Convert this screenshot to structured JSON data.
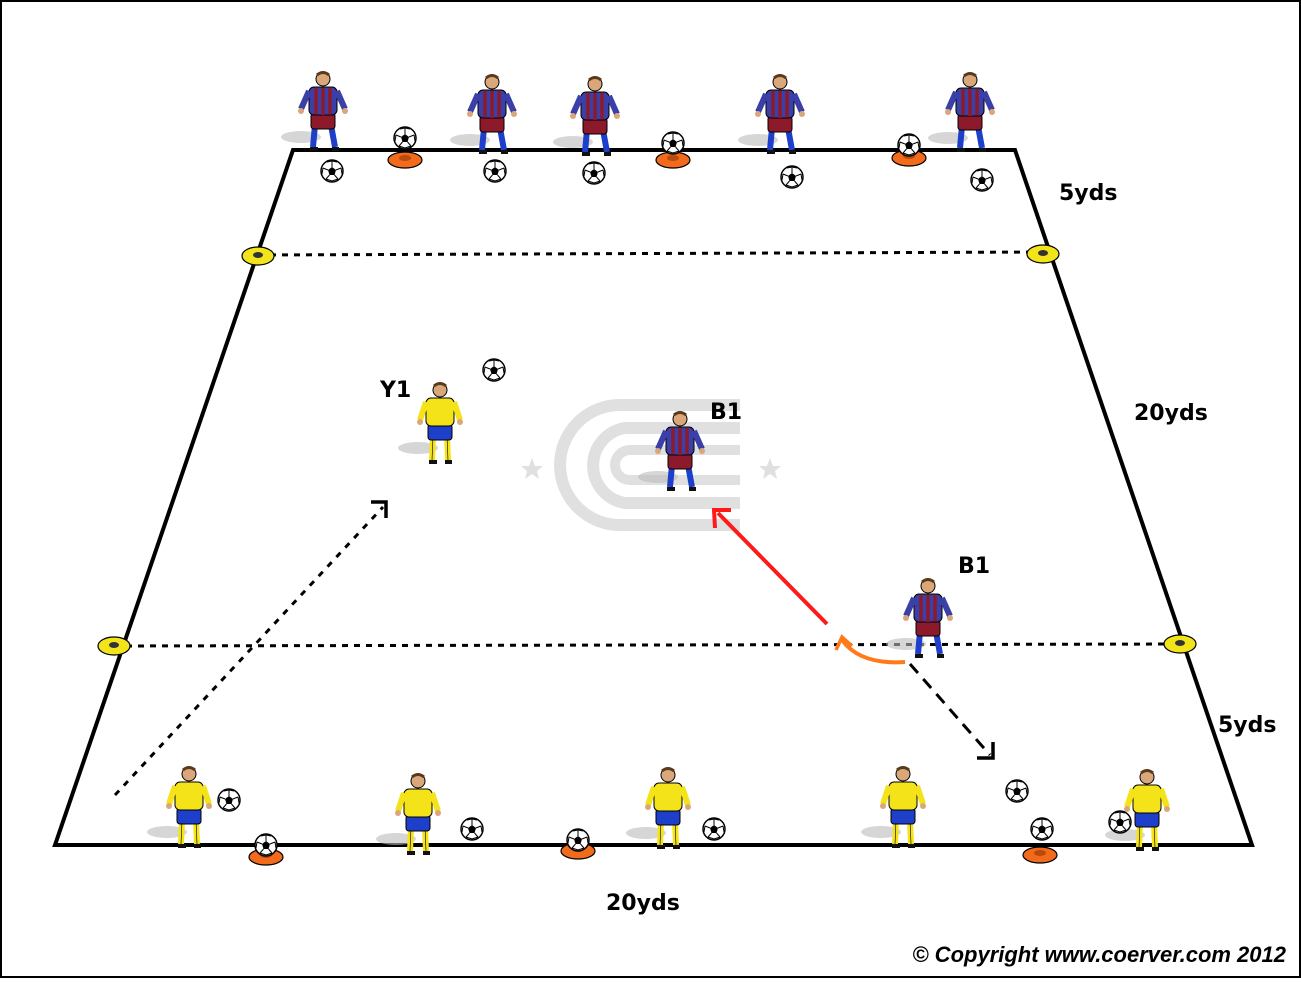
{
  "labels": {
    "top_depth": "5yds",
    "middle_depth": "20yds",
    "bottom_depth": "5yds",
    "width": "20yds",
    "yellow_player": "Y1",
    "blue_player_center": "B1",
    "blue_player_attacker": "B1"
  },
  "copyright": "© Copyright www.coerver.com 2012",
  "colors": {
    "field_line": "#000000",
    "blue_team_shirt": "#3b3fa8",
    "blue_team_stripe": "#8c1a2a",
    "yellow_team_shirt": "#f5e31a",
    "yellow_team_shorts": "#1d3fc9",
    "cone_orange": "#f26a1b",
    "cone_yellow": "#f2e41a",
    "pass_arrow": "#ff1a1a",
    "turn_arrow": "#ff7a1a"
  },
  "icons": {
    "ball": "soccer-ball-icon",
    "cone": "cone-icon",
    "player": "player-figure-icon",
    "logo": "coerver-logo"
  }
}
